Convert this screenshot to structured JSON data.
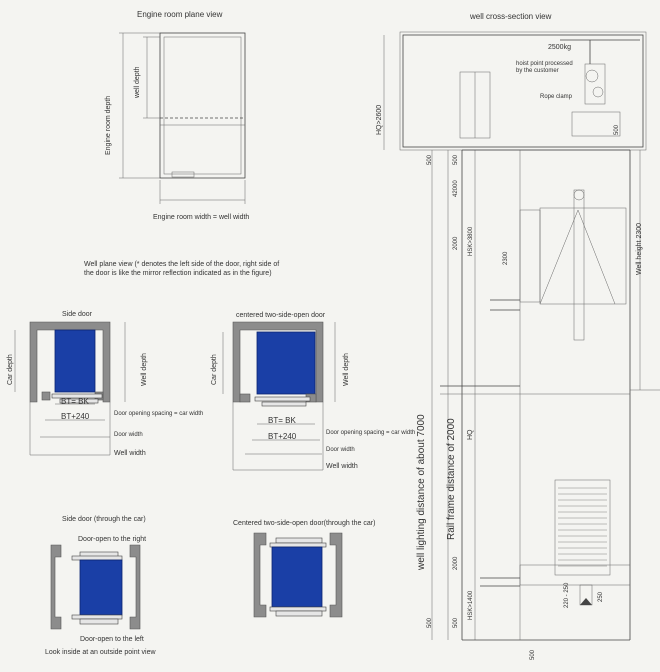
{
  "titles": {
    "engine_room": "Engine room plane view",
    "well_section": "well cross-section view",
    "well_plane_note": "Well plane view (* denotes the left side of the door, right side of the door is like the mirror reflection indicated as in the figure)",
    "side_door": "Side door",
    "centered_door": "centered two-side-open door",
    "side_door_through": "Side door (through the car)",
    "centered_door_through": "Centered two-side-open door(through the car)"
  },
  "engine_room": {
    "depth": "Engine room depth",
    "well_depth": "well depth",
    "width": "Engine room width = well width"
  },
  "side_door": {
    "car_depth": "Car depth",
    "well_depth": "Well depth",
    "bt_bk": "BT= BK",
    "bt240": "BT+240",
    "spacing": "Door opening spacing = car width",
    "door_width": "Door width",
    "well_width": "Well width"
  },
  "centered_door": {
    "car_depth": "Car depth",
    "well_depth": "Well depth",
    "bt_bk": "BT= BK",
    "bt240": "BT+240",
    "spacing": "Door opening spacing = car width",
    "door_width": "Door width",
    "well_width": "Well width"
  },
  "through": {
    "open_right": "Door-open to the right",
    "open_left": "Door-open to the left",
    "look_inside": "Look inside at an outside point view"
  },
  "section": {
    "load": "2500kg",
    "hoist": "hoist point processed by the customer",
    "rope": "Rope clamp",
    "hq2600": "HQ>2600",
    "d500_top": "500",
    "d500_a": "500",
    "d500_b": "500",
    "d500_c": "500",
    "d500_d": "500",
    "d500_e": "500",
    "d42000": "42000",
    "d2000_a": "2000",
    "d2000_b": "2000",
    "hsk3800": "HSK>3800",
    "d2300": "2300",
    "well_height": "Well height 2300",
    "hq": "HQ",
    "lighting": "well lighting distance of about 7000",
    "rail": "Rail frame distance of 2000",
    "hsk1400": "HSK>1400",
    "d220": "220 - 250",
    "d250": "250"
  },
  "colors": {
    "car": "#1a3fa6",
    "wall": "#8c8c8c",
    "background": "#f4f4f1"
  }
}
